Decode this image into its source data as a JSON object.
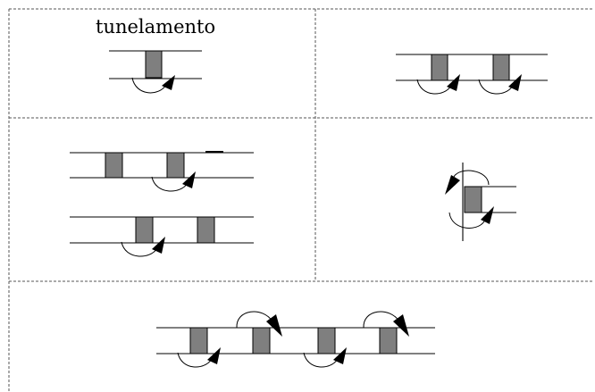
{
  "title": "tunelamento",
  "colors": {
    "block_fill": "#7f7f7f",
    "line": "#000000",
    "grid": "#555555",
    "background": "#ffffff"
  },
  "icons": {
    "rotation_arrow": "curved-arrow-icon"
  },
  "panels": [
    {
      "id": "panel-1",
      "blocks": 1,
      "arrows": 1
    },
    {
      "id": "panel-2",
      "blocks": 2,
      "arrows": 2
    },
    {
      "id": "panel-3",
      "blocks": 4,
      "arrows": 2
    },
    {
      "id": "panel-4",
      "blocks": 1,
      "arrows": 2
    },
    {
      "id": "panel-5",
      "blocks": 4,
      "arrows": 4
    }
  ]
}
